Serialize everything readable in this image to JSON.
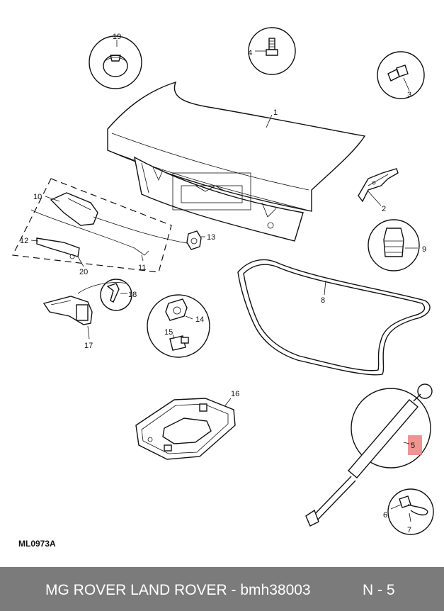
{
  "diagram": {
    "code": "ML0973A",
    "callouts": [
      "1",
      "2",
      "3",
      "4",
      "5",
      "6",
      "7",
      "8",
      "9",
      "10",
      "11",
      "12",
      "13",
      "14",
      "15",
      "16",
      "17",
      "18",
      "19",
      "20"
    ],
    "highlighted_callout": "5",
    "highlight_color": "#f08080"
  },
  "footer": {
    "title": "MG ROVER LAND ROVER - bmh38003",
    "page": "N - 5",
    "background": "#7b7b7b"
  }
}
